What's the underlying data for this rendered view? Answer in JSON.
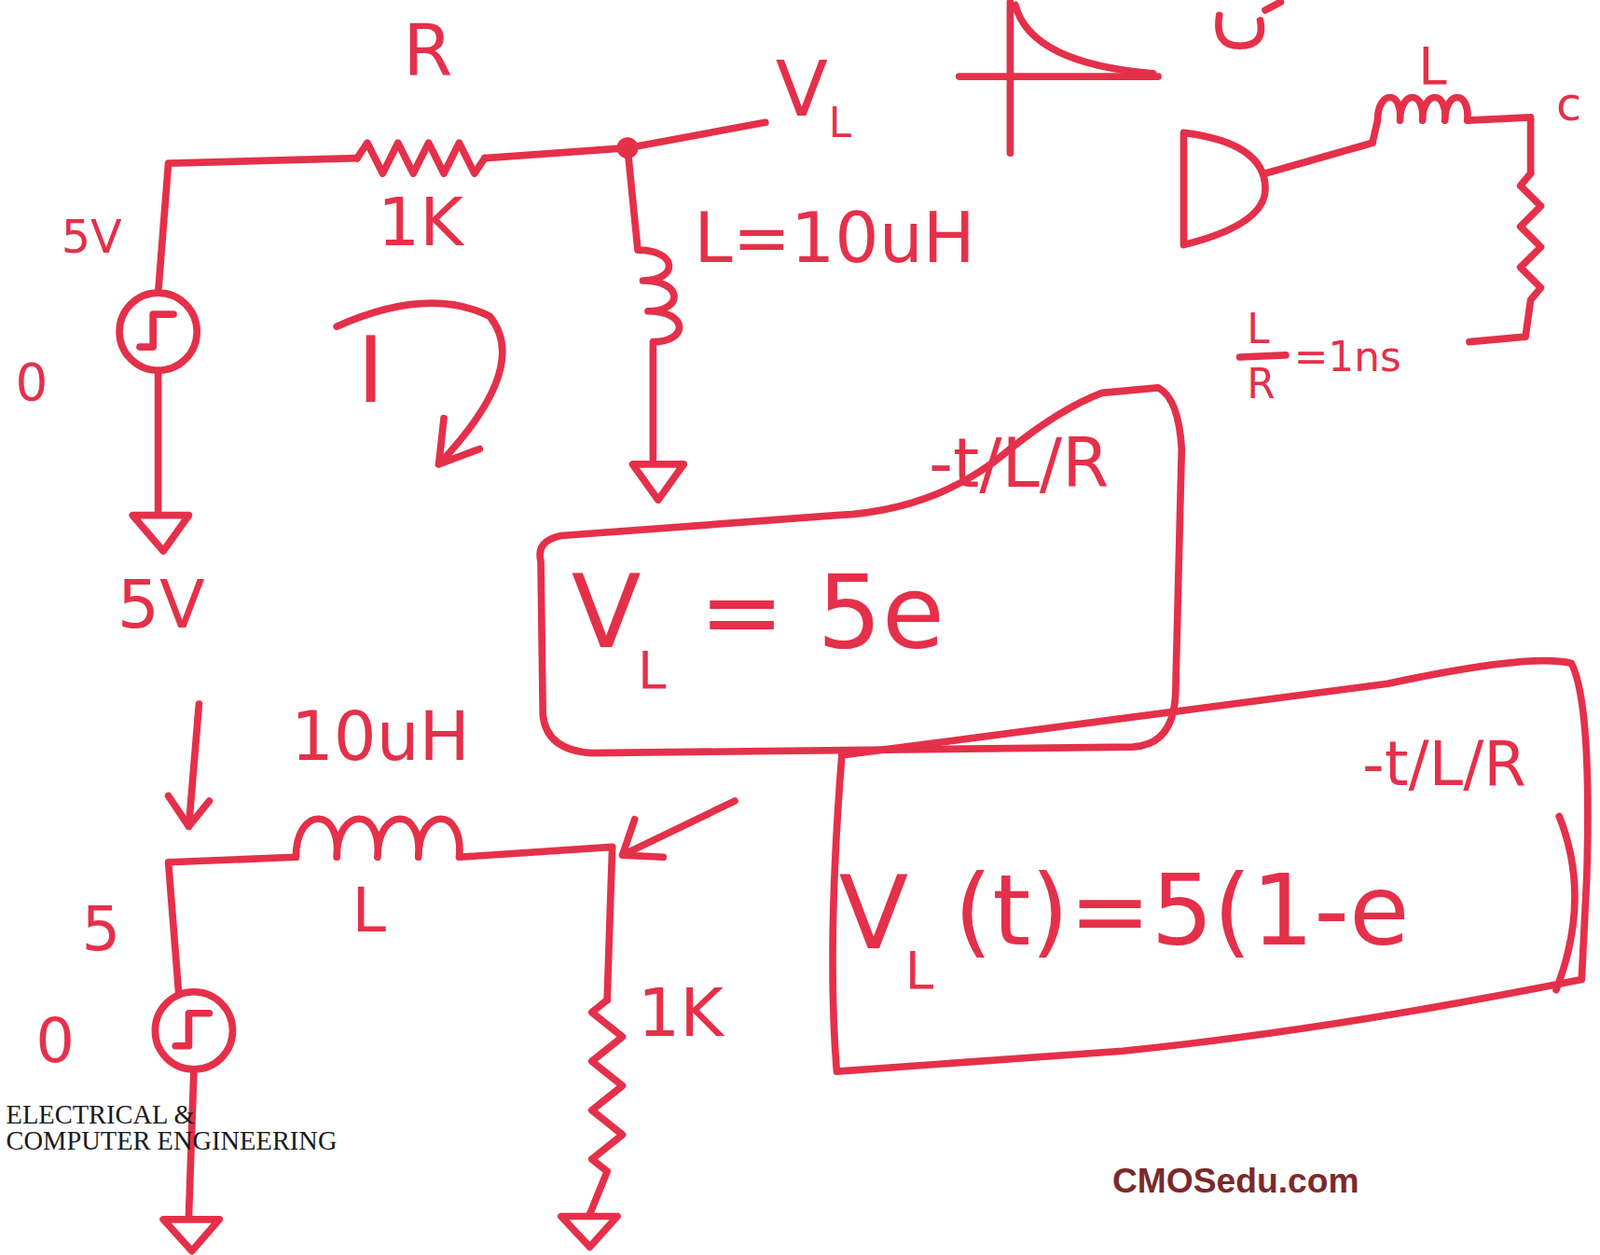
{
  "diagram": {
    "nodes": [
      {
        "text": [
          "V",
          "L",
          "= 5e",
          "-t/L/R"
        ]
      },
      {
        "text": [
          "V",
          "L",
          "(t)=5(1-e",
          "-t/L/R"
        ]
      }
    ],
    "labels": [
      "R",
      "1K",
      "5V",
      "0",
      "I",
      "L=10uH",
      "V",
      "L",
      "L",
      "c",
      "L",
      "R",
      "=1ns",
      "5V",
      "10uH",
      "L",
      "5",
      "0",
      "1K",
      "ELECTRICAL &",
      "COMPUTER ENGINEERING",
      "CMOSedu.com"
    ]
  }
}
